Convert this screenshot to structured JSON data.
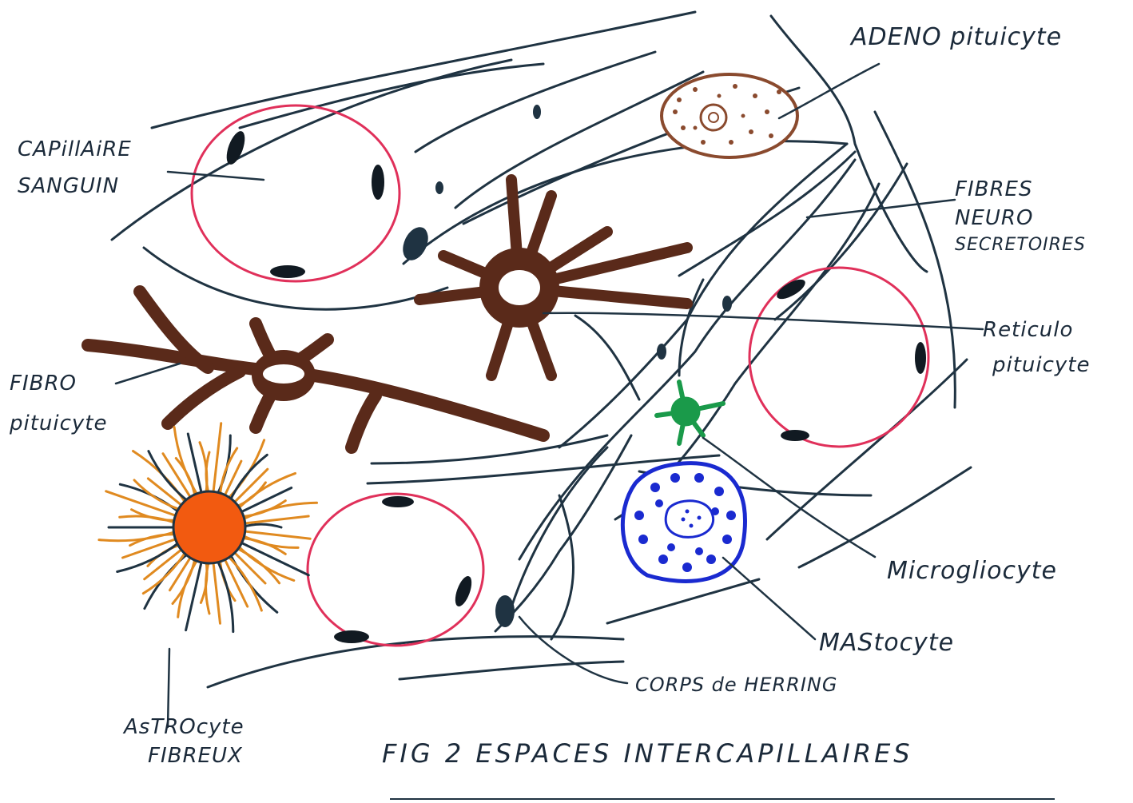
{
  "labels": {
    "capillaire_line1": "CAPillAiRE",
    "capillaire_line2": "SANGUIN",
    "adeno": "ADENO pituicyte",
    "fibres_line1": "FIBRES",
    "fibres_line2": "NEURO",
    "fibres_line3": "SECRETOIRES",
    "reticulo_line1": "Reticulo",
    "reticulo_line2": "pituicyte",
    "fibro_line1": "FIBRO",
    "fibro_line2": "pituicyte",
    "microgliocyte": "Microgliocyte",
    "mastocyte": "MAStocyte",
    "corps": "CORPS de HERRING",
    "astro_line1": "AsTROcyte",
    "astro_line2": "FIBREUX",
    "title": "FIG 2 ESPACES INTERCAPILLAIRES"
  },
  "colors": {
    "ink": "#1f3342",
    "capillary": "#e0305a",
    "fibro": "#5a2a1a",
    "adeno": "#8a4a2e",
    "astro_fiber": "#e08a20",
    "astro_core": "#f25a10",
    "microglia": "#1a9a4a",
    "mastocyte": "#1a2ad0"
  }
}
